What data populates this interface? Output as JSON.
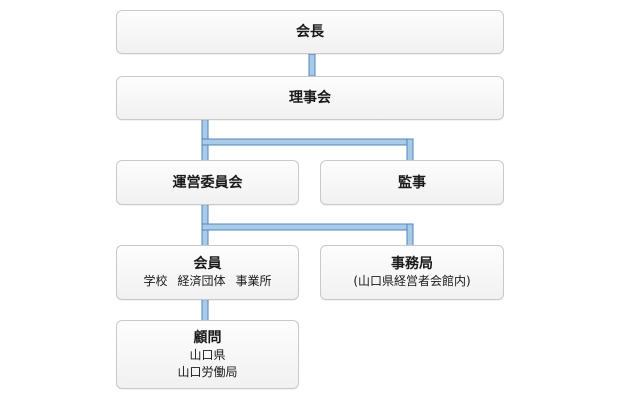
{
  "org_chart": {
    "chairman": {
      "title": "会長"
    },
    "board": {
      "title": "理事会"
    },
    "steering_committee": {
      "title": "運営委員会"
    },
    "auditor": {
      "title": "監事"
    },
    "members": {
      "title": "会員",
      "subtitles": [
        "学校",
        "経済団体",
        "事業所"
      ]
    },
    "secretariat": {
      "title": "事務局",
      "subtitle": "(山口県経営者会館内)"
    },
    "advisors": {
      "title": "顧問",
      "lines": [
        "山口県",
        "山口労働局"
      ]
    }
  },
  "colors": {
    "connector_fill": "#a9cbe8",
    "connector_edge": "#4f86bd",
    "box_border": "#c9c9c9"
  }
}
